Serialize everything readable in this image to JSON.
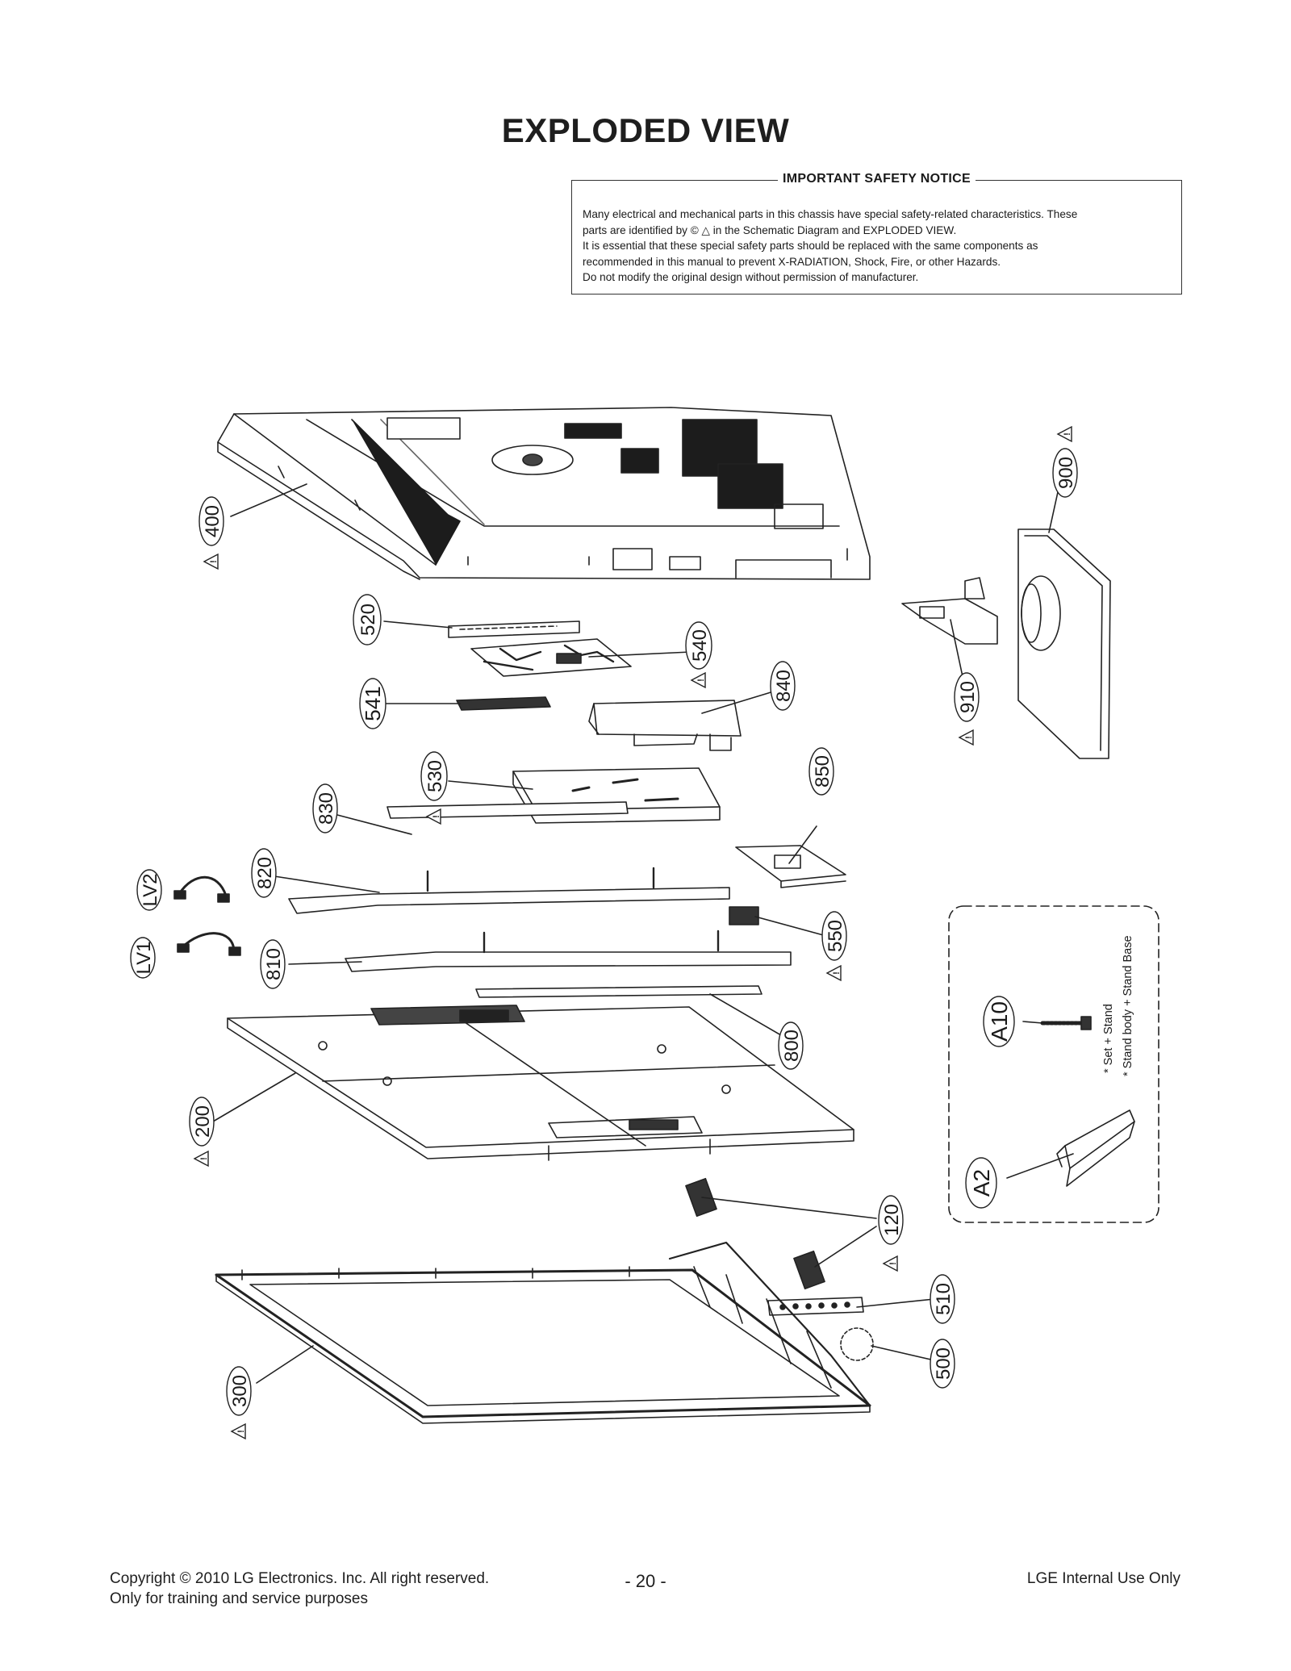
{
  "page": {
    "title": "EXPLODED VIEW",
    "page_number": "- 20 -"
  },
  "notice": {
    "heading": "IMPORTANT SAFETY NOTICE",
    "line1": "Many electrical and mechanical parts in this chassis have special safety-related characteristics. These",
    "line2": "parts are identified by ",
    "symbol": "© △",
    "line2b": " in the Schematic Diagram and EXPLODED VIEW.",
    "line3": "It is essential that these special safety parts should be replaced with the same components as",
    "line4": "recommended in this manual to prevent X-RADIATION, Shock, Fire, or other Hazards.",
    "line5": "Do not modify the original design without permission of manufacturer."
  },
  "parts": {
    "p400": "400",
    "p520": "520",
    "p541": "541",
    "p540": "540",
    "p840": "840",
    "p530": "530",
    "p830": "830",
    "p850": "850",
    "p820": "820",
    "pLV2": "LV2",
    "pLV1": "LV1",
    "p810": "810",
    "p550": "550",
    "p800": "800",
    "p200": "200",
    "p120": "120",
    "p510": "510",
    "p500": "500",
    "p300": "300",
    "p900": "900",
    "p910": "910",
    "pA10": "A10",
    "pA2": "A2"
  },
  "warning_symbol": "!",
  "stand_note": {
    "line1": "* Set + Stand",
    "line2": "* Stand body + Stand Base"
  },
  "footer": {
    "copyright": "Copyright  © 2010 LG Electronics. Inc. All right reserved.",
    "training": "Only for training and service purposes",
    "internal": "LGE Internal Use Only"
  }
}
